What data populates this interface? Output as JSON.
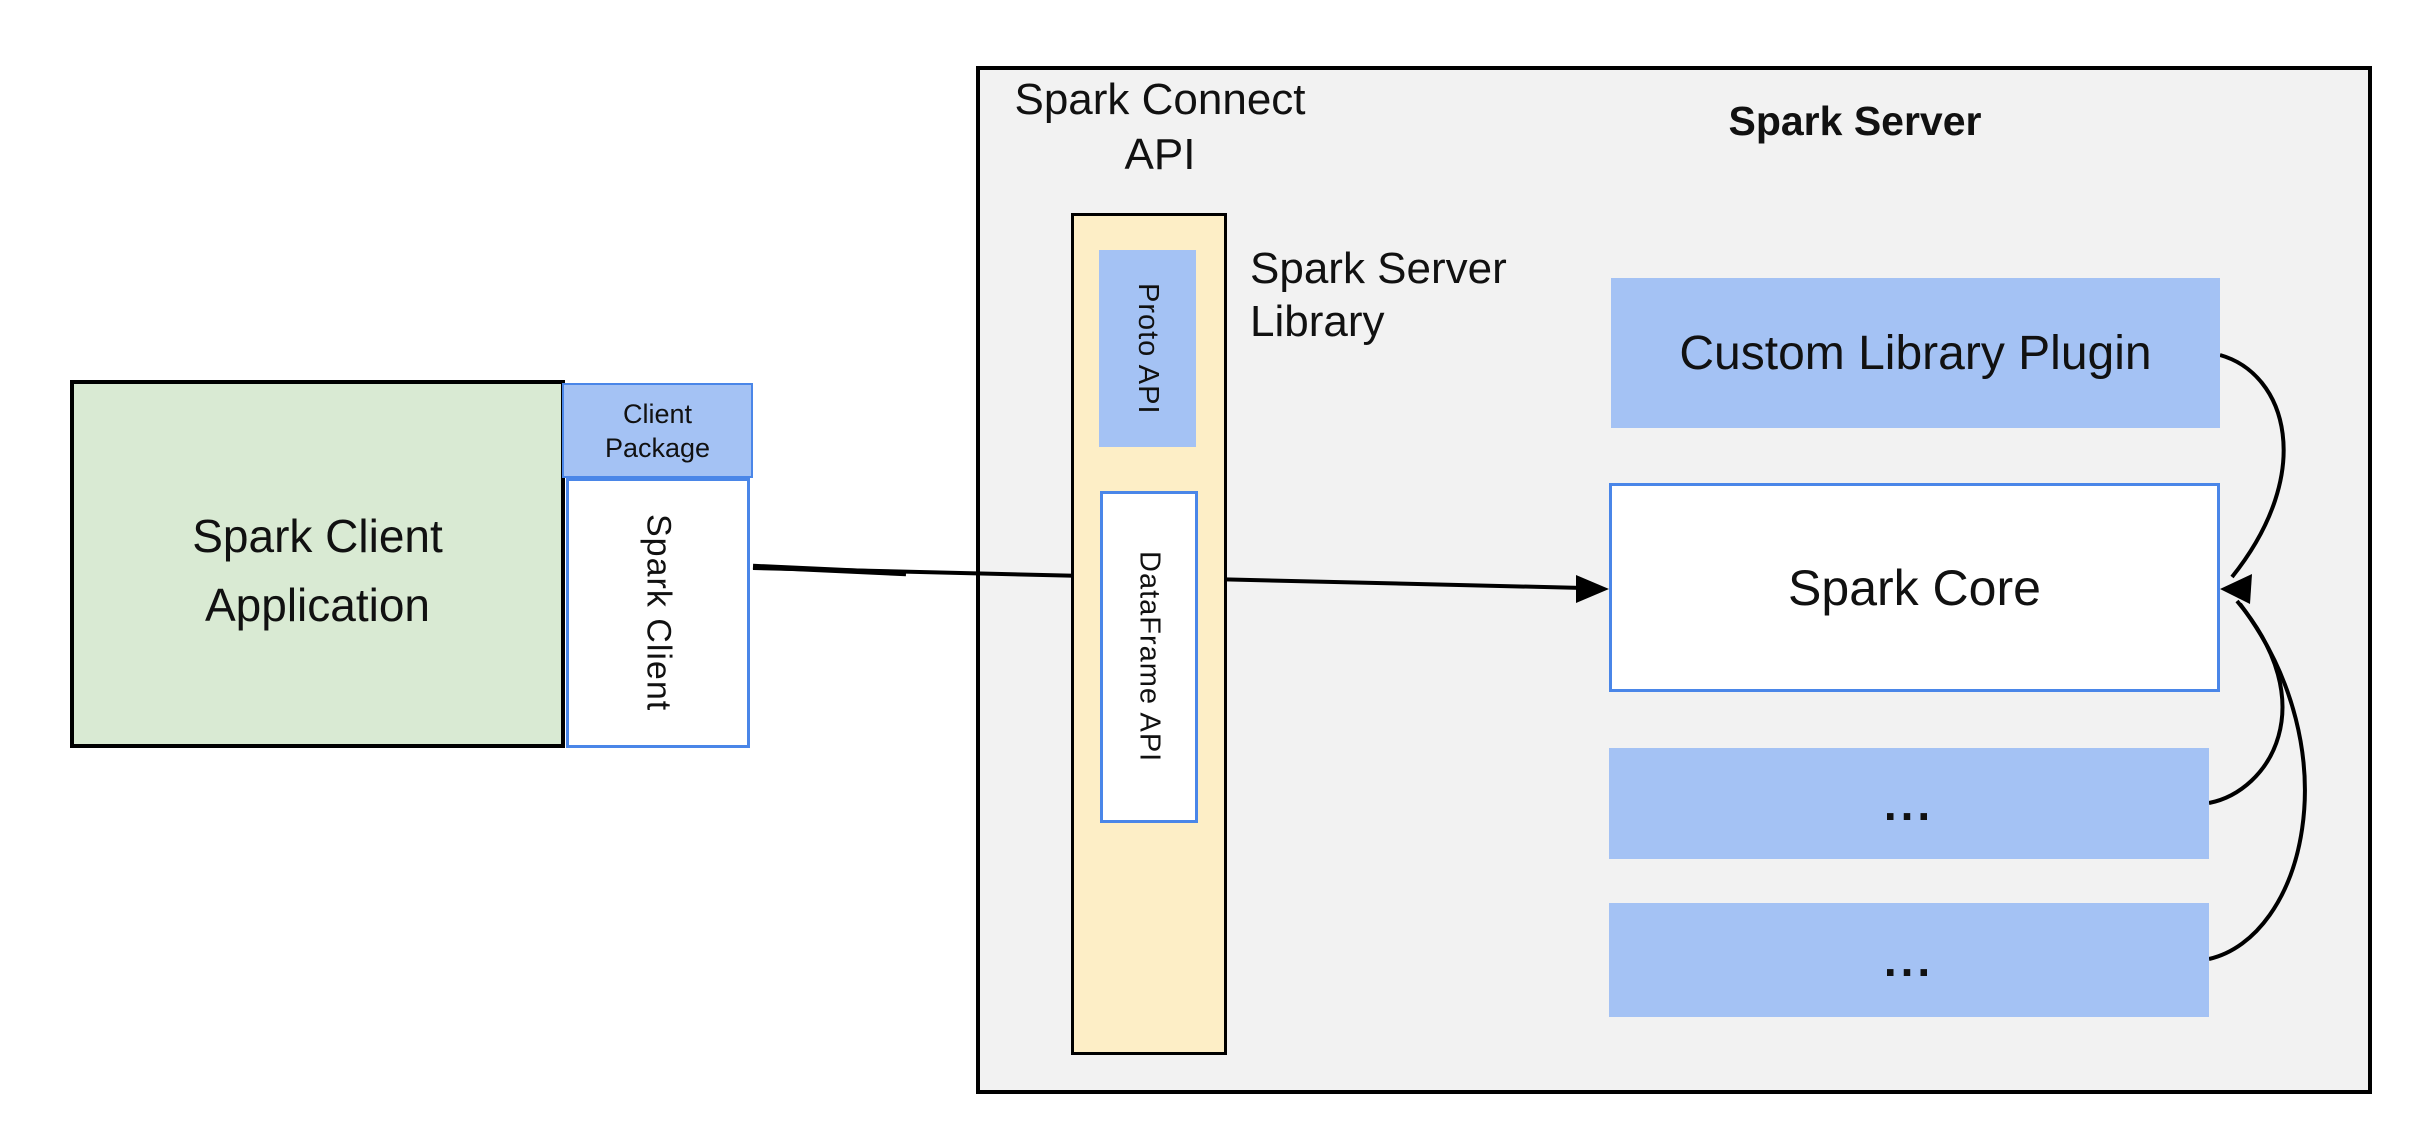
{
  "client": {
    "app_line1": "Spark Client",
    "app_line2": "Application",
    "package_line1": "Client",
    "package_line2": "Package",
    "spark_client_label": "Spark Client"
  },
  "connect": {
    "api_label_line1": "Spark Connect",
    "api_label_line2": "API",
    "proto_api_label": "Proto API",
    "dataframe_api_label": "DataFrame API",
    "server_library_line1": "Spark Server",
    "server_library_line2": "Library"
  },
  "server": {
    "title": "Spark Server",
    "custom_library_plugin_label": "Custom Library Plugin",
    "spark_core_label": "Spark Core",
    "ellipsis_1": "...",
    "ellipsis_2": "..."
  },
  "colors": {
    "green-fill": "#d9ead3",
    "blue-fill": "#a4c2f4",
    "yellow-fill": "#fdeec6",
    "gray-fill": "#f2f2f2",
    "blue-border": "#4a86e8",
    "outline-black": "#000000",
    "arrow-black": "#000000"
  }
}
